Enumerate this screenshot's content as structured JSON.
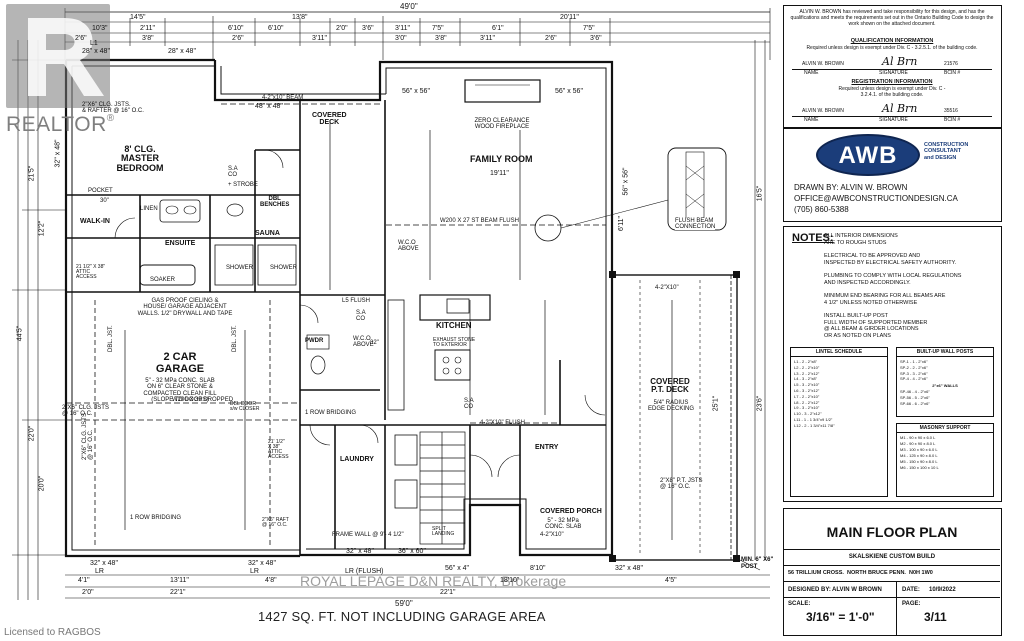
{
  "watermark": {
    "brand": "REALTOR",
    "trademark": "®",
    "license": "Licensed to RAGBOS",
    "listing": "ROYAL LEPAGE D&N REALTY, Brokerage"
  },
  "plan": {
    "overall_width": "49'0\"",
    "bottom_overall": "59'0\"",
    "top_dims": [
      "14'5\"",
      "13'8\"",
      "20'11\""
    ],
    "top_dims_2": [
      "10'3\"",
      "2'11\"",
      "6'10\"",
      "6'10\"",
      "2'0\"",
      "3'6\"",
      "3'11\"",
      "7'5\"",
      "6'1\"",
      "7'5\""
    ],
    "top_dims_3": [
      "2'6\"",
      "3'8\"",
      "2'6\"",
      "3'11\"",
      "3'0\"",
      "3'8\"",
      "3'11\"",
      "2'6\"",
      "3'6\""
    ],
    "left_dims": [
      "21'5\"",
      "12'2\"",
      "44'5\"",
      "22'0\"",
      "20'0\""
    ],
    "right_dims": [
      "16'5\"",
      "6'11\"",
      "23'6\"",
      "25'1\""
    ],
    "bottom_dims": [
      "4'1\"",
      "13'11\"",
      "4'8\"",
      "18'10\"",
      "22'1\"",
      "8'10\"",
      "4'5\""
    ],
    "bottom_dims_2": [
      "2'0\"",
      "22'1\""
    ],
    "bottom_labels": [
      "32\" x 48\"",
      "32\" x 48\"",
      "LR",
      "LR",
      "LR (FLUSH)",
      "32\" x 48\"",
      "36\" x 60\"",
      "32\" x 48\"",
      "56\" x 4\""
    ],
    "area_note": "1427 SQ. FT. NOT INCLUDING GARAGE AREA",
    "windows": [
      "28\" x 48\"",
      "28\" x 48\"",
      "56\" x 56\"",
      "56\" x 56\"",
      "48\" x 48\"",
      "56\" x 56\"",
      "32\" x 48\"",
      "L1"
    ],
    "rooms": {
      "master": "8' CLG.\nMASTER\nBEDROOM",
      "walkin": "WALK-IN",
      "ensuite": "ENSUITE",
      "sauna": "SAUNA",
      "dbl_benches": "DBL\nBENCHES",
      "covered_deck_top": "COVERED\nDECK",
      "family": "FAMILY ROOM",
      "family_size": "19'11\"",
      "kitchen": "KITCHEN",
      "garage": "2 CAR\nGARAGE",
      "garage_note": "5\" - 32 MPa CONC. SLAB\nON 6\" CLEAR STONE &\nCOMPACTED CLEAN FILL\n(SLOPE TO DOORS)",
      "pwdr": "PWDR",
      "laundry": "LAUNDRY",
      "entry": "ENTRY",
      "covered_pt": "COVERED\nP.T. DECK",
      "covered_pt_note": "5/4\" RADIUS\nEDGE DECKING",
      "covered_porch": "COVERED PORCH",
      "covered_porch_note": "5\" - 32 MPa\nCONC. SLAB",
      "linen": "LINEN",
      "shower": "SHOWER",
      "soaker": "SOAKER",
      "attic": "21 1/2\" X 38\"\nATTIC\nACCESS",
      "attic2": "21' 1/2\"\nX 38\"\nATTIC\nACCESS",
      "pocket": "POCKET",
      "pocket_dim": "30\""
    },
    "notes_in_plan": {
      "fireplace": "ZERO CLEARANCE\nWOOD FIREPLACE",
      "beam_top": "4-2\"x10\" BEAM",
      "beam_flush": "W200 X 27 ST BEAM FLUSH",
      "gasproof": "GAS PROOF CIELING &\nHOUSE/ GARAGE ADJACENT\nWALLS. 1/2\" DRYWALL AND TAPE",
      "dropped": "W200 X 39 DROPPED",
      "dbl_closer": "DBL DOOR\ns/w CLOSER",
      "frame_wall": "FRAME WALL @ 9'- 4 1/2\"",
      "exhaust": "EXHAUST STONE\nTO EXTERIOR",
      "wc_above": "W.C.O\nABOVE",
      "flush_beam": "FLUSH BEAM\nCONNECTION",
      "split_landing": "SPLIT\nLANDING",
      "strobe": "+ STROBE",
      "sa": "S.A\nCO",
      "flush_l5": "L5 FLUSH",
      "rafter_1": "2\"X6\" CLG. JSTS.\n& RAFTER @ 16\" O.C.",
      "rafter_2": "2\"X6\" RAFT\n@ 16\" O.C.",
      "deck_joists": "2\"X8\" P.T. JSTS\n@ 16\" O.C.",
      "ceiling_joists": "2\"X6\" CLG. JSTS\n@ 16\" O.C.",
      "bridging": "1 ROW BRIDGING",
      "dbl_jst": "DBL. JST.",
      "flush_4_2x10": "4-2\"X10\" FLUSH",
      "lintel_4_2x10": "4-2\"X10\"",
      "beam_32": "32\""
    }
  },
  "title_block": {
    "cert_text": "ALVIN W. BROWN has reviewed and take responsibility for this design, and has the qualifications and meets the requirements set out in the Ontario Building Code to design the work shown on the attached document.",
    "qual_header": "QUALIFICATION INFORMATION",
    "qual_sub": "Required unless design is exempt under Div. C - 3.2.5.1. of the building code.",
    "reg_header": "REGISTRATION INFORMATION",
    "reg_sub": "Required unless design is exempt under Div. C - 3.2.4.1. of the building code.",
    "name_value": "ALVIN W. BROWN",
    "bcin_value": "21576",
    "bcin2_value": "35516",
    "labels": {
      "name": "NAME",
      "signature": "SIGNATURE",
      "bcin": "BCIN #"
    },
    "signature_mark": "Al Brn",
    "logo_text": "AWB",
    "logo_sub": "CONSTRUCTION\nCONSULTANT\nand DESIGN",
    "drawn_by": "DRAWN BY: ALVIN W. BROWN",
    "email": "OFFICE@AWBCONSTRUCTIONDESIGN.CA",
    "phone": "(705) 860-5388",
    "notes_title": "NOTES:",
    "notes": [
      "ALL INTERIOR DIMENSIONS\nARE TO ROUGH STUDS",
      "ELECTRICAL TO BE APPROVED AND\nINSPECTED BY ELECTRICAL SAFETY AUTHORITY.",
      "PLUMBING TO COMPLY WITH LOCAL REGULATIONS\nAND INSPECTED ACCORDINGLY.",
      "MINIMUM END BEARING FOR ALL BEAMS ARE\n4 1/2\" UNLESS NOTED OTHERWISE",
      "INSTALL BUILT-UP POST\nFULL WIDTH OF SUPPORTED MEMBER\n@ ALL BEAM & GIRDER LOCATIONS\nOR AS NOTED ON PLANS"
    ],
    "lintel_title": "LINTEL SCHEDULE",
    "lintel_rows": [
      "L1 - 2 - 2\"x8\"",
      "L2 - 2 - 2\"x10\"",
      "L3 - 2 - 2\"x12\"",
      "L4 - 3 - 2\"x8\"",
      "L5 - 3 - 2\"x10\"",
      "L6 - 3 - 2\"x12\"",
      "L7 - 2 - 2\"x10\"",
      "L8 - 2 - 2\"x12\"",
      "L9 - 3 - 2\"x10\"",
      "L10 - 3 - 2\"x12\"",
      "L11 - 1 - 1 3/4\"x9 1/2\"",
      "L12 - 2 - 1 3/4\"x11 7/8\""
    ],
    "builtup_title": "BUILT-UP WALL POSTS",
    "builtup_rows": [
      "SP-1 - 1 - 2\"x6\"",
      "SP-2 - 2 - 2\"x6\"",
      "SP-3 - 3 - 2\"x6\"",
      "SP-4 - 4 - 2\"x6\""
    ],
    "sp46_title": "2\"x6\" WALLS",
    "sp46_rows": [
      "SP-46 - 4 - 2\"x6\"",
      "SP-56 - 5 - 2\"x6\"",
      "SP-66 - 6 - 2\"x6\""
    ],
    "masonry_title": "MASONRY SUPPORT",
    "masonry_rows": [
      "M1 - 90 x 90 x 6.0 L",
      "M2 - 90 x 90 x 8.0 L",
      "M3 - 100 x 90 x 6.0 L",
      "M4 - 125 x 90 x 8.0 L",
      "M5 - 150 x 90 x 8.0 L",
      "M6 - 150 x 100 x 10 L"
    ],
    "plan_title": "MAIN FLOOR PLAN",
    "project": "SKALSKIENE CUSTOM BUILD",
    "address": "56 TRILLIUM CROSS.  NORTH BRUCE PENN.  N0H 1W0",
    "designed_by_label": "DESIGNED BY:",
    "designed_by": "ALVIN W BROWN",
    "date_label": "DATE:",
    "date": "10/9/2022",
    "scale_label": "SCALE:",
    "scale": "3/16\" = 1'-0\"",
    "page_label": "PAGE:",
    "page": "3/11",
    "post_note": "MIN. 6\" X6\"\nPOST"
  },
  "colors": {
    "ink": "#111111",
    "grey": "#8a8a8a",
    "paper": "#ffffff",
    "logo_blue": "#1b3d7a"
  }
}
